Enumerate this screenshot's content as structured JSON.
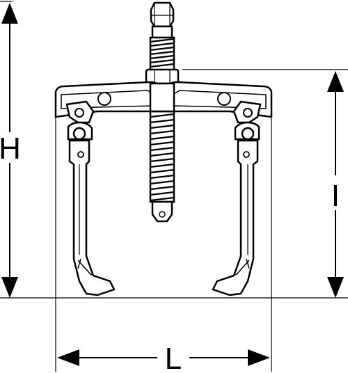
{
  "dimensions": {
    "height_label": "H",
    "inner_height_label": "I",
    "spread_label": "L"
  },
  "colors": {
    "ink": "#000000",
    "paper": "#ffffff"
  }
}
